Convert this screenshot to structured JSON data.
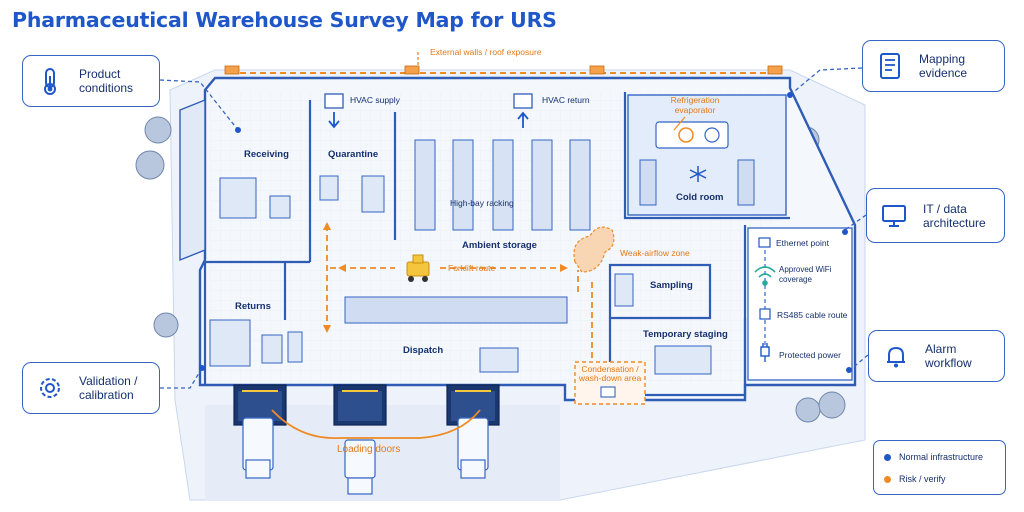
{
  "title": "Pharmaceutical Warehouse Survey Map for URS",
  "callouts": {
    "product_conditions": "Product conditions",
    "mapping_evidence": "Mapping evidence",
    "it_data": "IT / data architecture",
    "validation": "Validation / calibration",
    "alarm": "Alarm workflow"
  },
  "zones": {
    "receiving": "Receiving",
    "quarantine": "Quarantine",
    "ambient_storage": "Ambient storage",
    "high_bay": "High-bay racking",
    "cold_room": "Cold room",
    "returns": "Returns",
    "dispatch": "Dispatch",
    "sampling": "Sampling",
    "temporary_staging": "Temporary staging"
  },
  "labels": {
    "hvac_supply": "HVAC supply",
    "hvac_return": "HVAC return",
    "refrigeration": "Refrigeration evaporator",
    "external_walls": "External walls / roof exposure",
    "forklift_route": "Forklift route",
    "weak_airflow": "Weak-airflow zone",
    "condensation": "Condensation / wash-down area",
    "loading_doors": "Loading doors",
    "ethernet": "Ethernet point",
    "wifi": "Approved WiFi coverage",
    "rs485": "RS485 cable route",
    "power": "Protected power"
  },
  "legend": {
    "normal": "Normal infrastructure",
    "risk": "Risk / verify"
  },
  "colors": {
    "blue": "#1f57c9",
    "navy": "#16306e",
    "orange": "#f08a24",
    "outline": "#3566c4",
    "floor": "#eef3fb"
  }
}
